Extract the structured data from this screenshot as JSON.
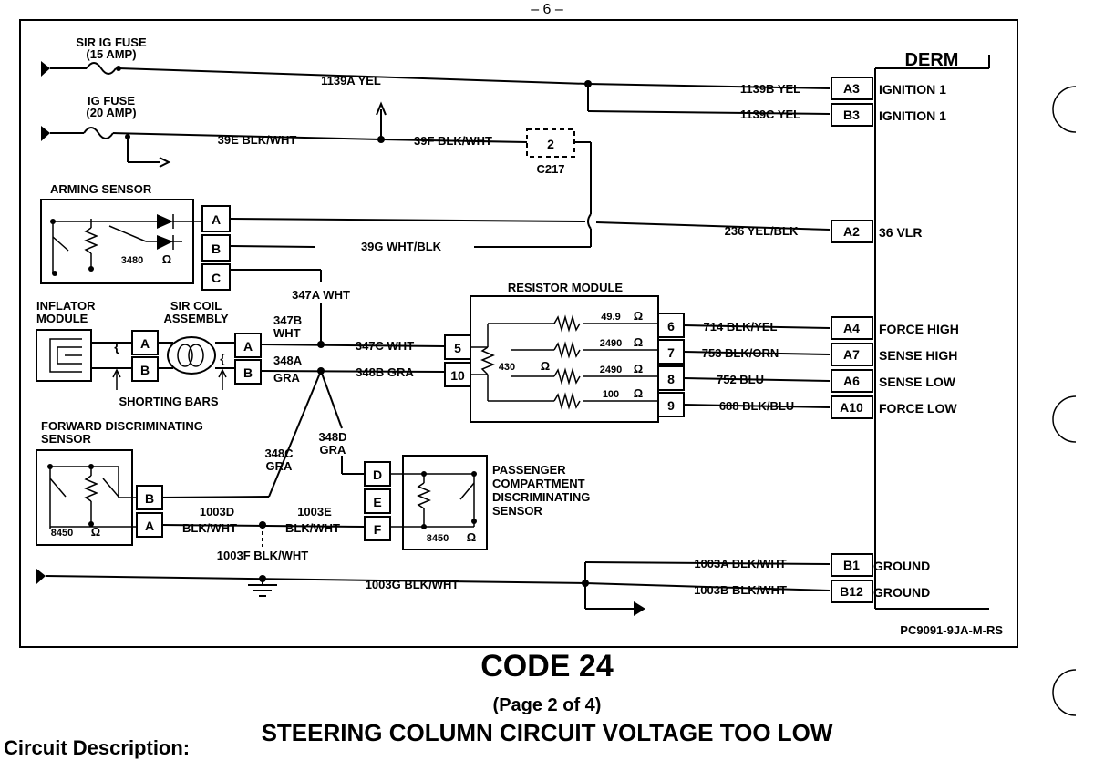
{
  "page_number": "– 6 –",
  "derm": {
    "title": "DERM",
    "terminals": [
      {
        "pin": "A3",
        "circuit": "1139B YEL",
        "function": "IGNITION 1"
      },
      {
        "pin": "B3",
        "circuit": "1139C YEL",
        "function": "IGNITION 1"
      },
      {
        "pin": "A2",
        "circuit": "236 YEL/BLK",
        "function": "36 VLR"
      },
      {
        "pin": "A4",
        "circuit": "714 BLK/YEL",
        "function": "FORCE HIGH"
      },
      {
        "pin": "A7",
        "circuit": "753 BLK/ORN",
        "function": "SENSE HIGH"
      },
      {
        "pin": "A6",
        "circuit": "752 BLU",
        "function": "SENSE LOW"
      },
      {
        "pin": "A10",
        "circuit": "688 BLK/BLU",
        "function": "FORCE LOW"
      },
      {
        "pin": "B1",
        "circuit": "1003A BLK/WHT",
        "function": "GROUND"
      },
      {
        "pin": "B12",
        "circuit": "1003B BLK/WHT",
        "function": "GROUND"
      }
    ]
  },
  "fuses": {
    "sir_fuse": [
      "SIR IG FUSE",
      "(15 AMP)"
    ],
    "ig_fuse": [
      "IG FUSE",
      "(20 AMP)"
    ]
  },
  "wires": {
    "w1139a": "1139A YEL",
    "w39e": "39E BLK/WHT",
    "w39f": "39F BLK/WHT",
    "w39g": "39G WHT/BLK",
    "w347a": "347A WHT",
    "w347b": [
      "347B",
      "WHT"
    ],
    "w347c": "347C WHT",
    "w348a": [
      "348A",
      "GRA"
    ],
    "w348b": "348B GRA",
    "w348c": [
      "348C",
      "GRA"
    ],
    "w348d": [
      "348D",
      "GRA"
    ],
    "w1003d": [
      "1003D",
      "BLK/WHT"
    ],
    "w1003e": [
      "1003E",
      "BLK/WHT"
    ],
    "w1003f": "1003F BLK/WHT",
    "w1003g": "1003G BLK/WHT"
  },
  "connector_c217": {
    "pin": "2",
    "name": "C217"
  },
  "arming_sensor": {
    "title": "ARMING SENSOR",
    "resistance": "3480",
    "pins": [
      "A",
      "B",
      "C"
    ]
  },
  "inflator": {
    "title": [
      "INFLATOR",
      "MODULE"
    ],
    "pins": [
      "A",
      "B"
    ]
  },
  "sir_coil": {
    "title": [
      "SIR COIL",
      "ASSEMBLY"
    ],
    "pins": [
      "A",
      "B"
    ]
  },
  "shorting_bars": "SHORTING BARS",
  "resistor_module": {
    "title": "RESISTOR MODULE",
    "center_resistance": "430",
    "input_pins": [
      "5",
      "10"
    ],
    "resistors": [
      {
        "value": "49.9",
        "pin": "6"
      },
      {
        "value": "2490",
        "pin": "7"
      },
      {
        "value": "2490",
        "pin": "8"
      },
      {
        "value": "100",
        "pin": "9"
      }
    ]
  },
  "forward_sensor": {
    "title": [
      "FORWARD DISCRIMINATING",
      "SENSOR"
    ],
    "resistance": "8450",
    "pins": [
      "B",
      "A"
    ]
  },
  "passenger_sensor": {
    "title": [
      "PASSENGER",
      "COMPARTMENT",
      "DISCRIMINATING",
      "SENSOR"
    ],
    "resistance": "8450",
    "pins": [
      "D",
      "E",
      "F"
    ]
  },
  "ohm_symbol": "Ω",
  "figure_id": "PC9091-9JA-M-RS",
  "code_title": "CODE 24",
  "page_of": "(Page 2 of 4)",
  "fault_title": "STEERING COLUMN CIRCUIT VOLTAGE TOO LOW",
  "circuit_description": "Circuit Description:"
}
